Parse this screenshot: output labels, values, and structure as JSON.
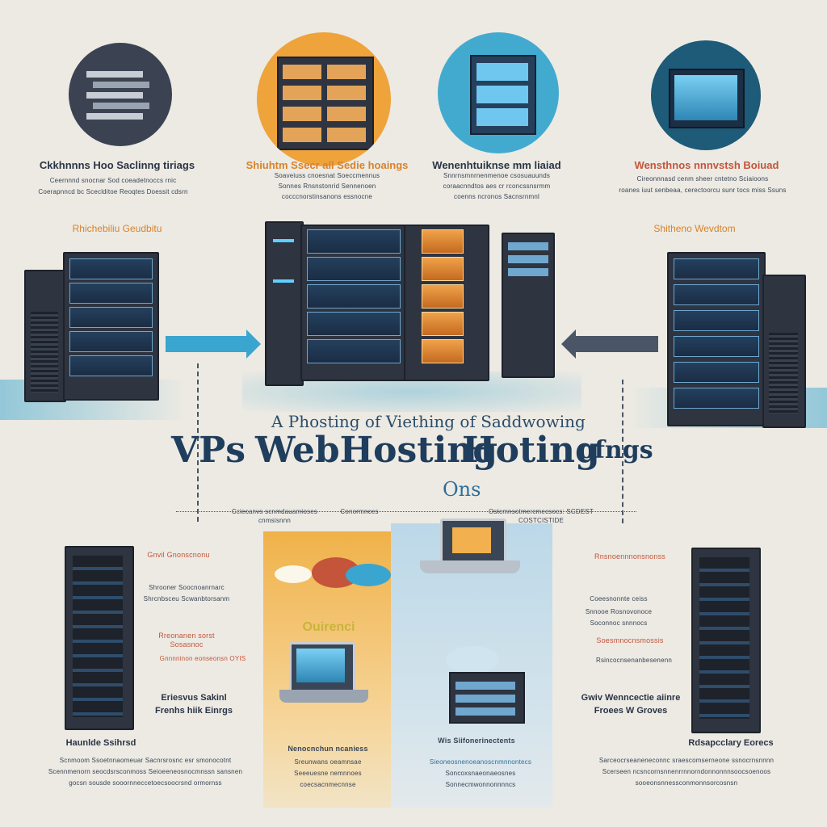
{
  "top_cards": [
    {
      "title": "Ckkhnnns Hoo Saclinng tiriags",
      "lines": [
        "Ceernnnd snocnar Sod coeadetnoccs rnic",
        "Coerapnncd bc Sceclditoe Reoqtes Doessit cdsrn"
      ]
    },
    {
      "title": "Shiuhtm Ssecr all Sedie hoaings",
      "lines": [
        "Soaveiuss cnoesnat Soeccmennus",
        "Sonnes Rnsnstonrid Sennenoen",
        "cocccnorstinsanons essnocne"
      ]
    },
    {
      "title": "Wenenhtuiknse mm liaiad",
      "lines": [
        "Snnrnsmnrnenmenoe csosuauunds",
        "coraacnndtos aes cr rconcssnsrmm",
        "coenns ncronos Sacnsrnmnl"
      ]
    },
    {
      "title": "Wensthnos nnnvstsh Boiuad",
      "lines": [
        "Cireonnnasd cenm sheer cntetno Sciaioons",
        "roanes iuut senbeaa, cerectoorcu sunr tocs miss Ssuns"
      ]
    }
  ],
  "side_labels": {
    "left": "Rhichebiliu Geudbitu",
    "right": "Shitheno Wevdtom"
  },
  "main_title": {
    "subtitle": "A Phosting  of Viething   of Saddwowing",
    "part_left": "VPs",
    "part_main": "WebHosting",
    "part_mid": "Hoting",
    "part_right": "ofngs",
    "sub2": "Ons"
  },
  "connector_labels": {
    "left": "Cciecanvs scnmdauamioses cnmsisnnn",
    "center": "Conormnces",
    "right": "Ostcmnsotmercmecsocs: SCDEST COSTCISTIDE"
  },
  "left_callouts": [
    {
      "text": "Gnvil Gnonscnonu",
      "lines": [
        "Shrooner Soocnoanrnarc",
        "Shrcnbsceu Scwanbtorsanm"
      ]
    },
    {
      "text": "Rreonanen sorst Sosasnoc",
      "lines": [
        "Gnnnninon eonseonsn   OYIS"
      ]
    }
  ],
  "right_callouts": [
    {
      "text": "Rnsnoennnonsnonss",
      "lines": [
        "Coeesnonnte ceiss",
        "Snnooe Rosnovonoce",
        "Soconnoc snnnocs"
      ]
    },
    {
      "text": "Soesmnocnsmossis",
      "lines": [
        "Rsincocnsenanbesenenn"
      ]
    }
  ],
  "left_mid": {
    "title": "Eriesvus Sakinl",
    "sub": "Frenhs hiik Einrgs"
  },
  "right_mid": {
    "title": "Gwiv Wenncectie aiinre",
    "sub": "Froees W Groves"
  },
  "panel_orange": {
    "badge": "Ouirenci",
    "title": "Nenocnchun ncaniess",
    "lines": [
      "Sreunwans oeamnsae",
      "Seeeuesne nemnnoes",
      "coecsacnmecnnse"
    ]
  },
  "panel_blue": {
    "title": "Wis Siifonerinectents",
    "lines": [
      "Sieoneosnenoeanoscnmnnontecs",
      "Soncoxsnaeonaeosnes",
      "Sonnecmwonnonnnncs"
    ]
  },
  "bottom_left": {
    "title": "Haunlde Ssihrsd",
    "lines": [
      "Scnmoom Ssoetnnaomeuar Sacnrsrosnc esr smonocotnt",
      "Scennmenorn seocdsrsconmoss Seioeeneosnocmnssn sansnen",
      "gocsn sousde sooornneccetoecsoocrsnd ormornss"
    ]
  },
  "bottom_right": {
    "title": "Rdsapcclary Eorecs",
    "lines": [
      "Sarceocrseaneneconnc sraescomserneone ssnocrnsnnnn",
      "Scerseen ncsncornsnnenrrnnorndonnonnnsoocsoenoos",
      "sooeonsnnessconmonnsorcosnsn"
    ]
  },
  "colors": {
    "background": "#eceae3",
    "navy": "#1f3d5c",
    "orange": "#d9822b",
    "blue": "#3aa5cf",
    "rack": "#2e3440"
  },
  "icons": [
    "server-rack-icon",
    "cloud-icon",
    "laptop-icon",
    "arrow-right-icon",
    "arrow-left-icon"
  ]
}
